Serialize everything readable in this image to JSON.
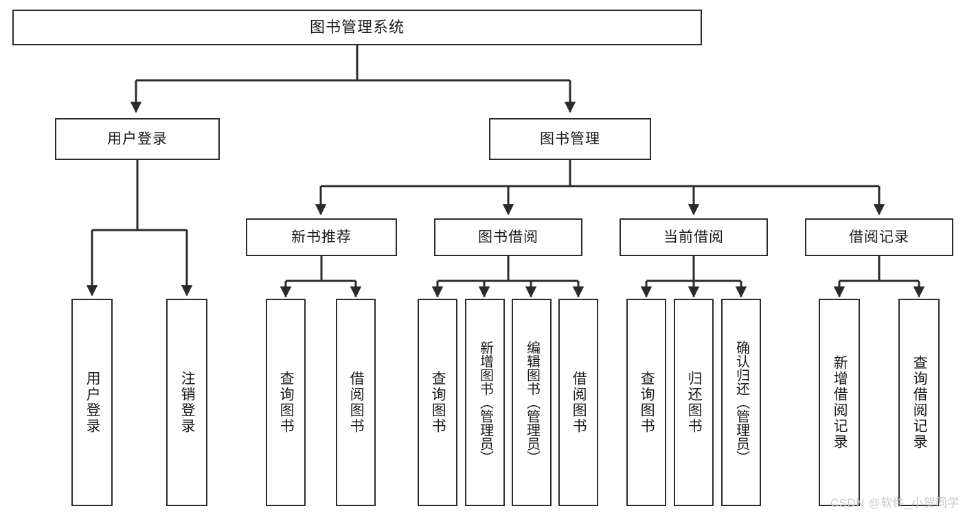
{
  "diagram": {
    "title": "图书管理系统",
    "type": "tree",
    "colors": {
      "stroke": "#2b2b2b",
      "fill": "#ffffff",
      "text": "#1a1a1a",
      "watermark": "#c8c8c8"
    },
    "root": {
      "label": "图书管理系统"
    },
    "level2": [
      {
        "label": "用户登录"
      },
      {
        "label": "图书管理"
      }
    ],
    "level3": [
      {
        "label": "新书推荐"
      },
      {
        "label": "图书借阅"
      },
      {
        "label": "当前借阅"
      },
      {
        "label": "借阅记录"
      }
    ],
    "leaves": {
      "user_login": [
        {
          "label": "用户登录"
        },
        {
          "label": "注销登录"
        }
      ],
      "new_book": [
        {
          "label": "查询图书"
        },
        {
          "label": "借阅图书"
        }
      ],
      "book_borrow": [
        {
          "label": "查询图书"
        },
        {
          "label": "新增图书（管理员）"
        },
        {
          "label": "编辑图书（管理员）"
        },
        {
          "label": "借阅图书"
        }
      ],
      "current_borrow": [
        {
          "label": "查询图书"
        },
        {
          "label": "归还图书"
        },
        {
          "label": "确认归还（管理员）"
        }
      ],
      "borrow_record": [
        {
          "label": "新增借阅记录"
        },
        {
          "label": "查询借阅记录"
        }
      ]
    }
  },
  "watermark": {
    "text": "CSDN @软件_小贺同学"
  }
}
